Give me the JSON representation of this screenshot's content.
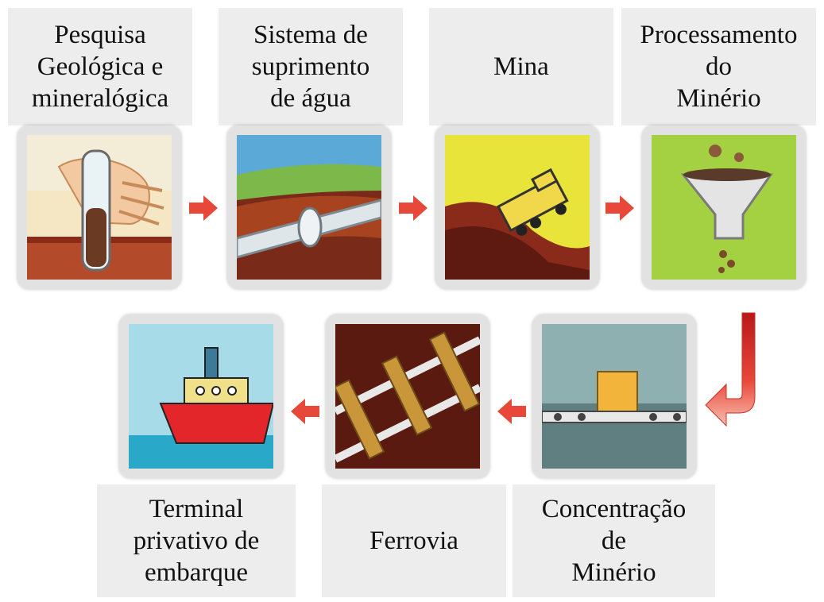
{
  "steps": [
    {
      "label": "Pesquisa\nGeológica e\nmineralógica",
      "icon": "test-tube-icon"
    },
    {
      "label": "Sistema de\nsuprimento\nde água",
      "icon": "water-pipe-icon"
    },
    {
      "label": "Mina",
      "icon": "mine-truck-icon"
    },
    {
      "label": "Processamento\ndo\nMinério",
      "icon": "ore-funnel-icon"
    },
    {
      "label": "Concentração\nde\nMinério",
      "icon": "conveyor-icon"
    },
    {
      "label": "Ferrovia",
      "icon": "railway-icon"
    },
    {
      "label": "Terminal\nprivativo de\nembarque",
      "icon": "ship-icon"
    }
  ],
  "arrow_color": "#e8483a"
}
